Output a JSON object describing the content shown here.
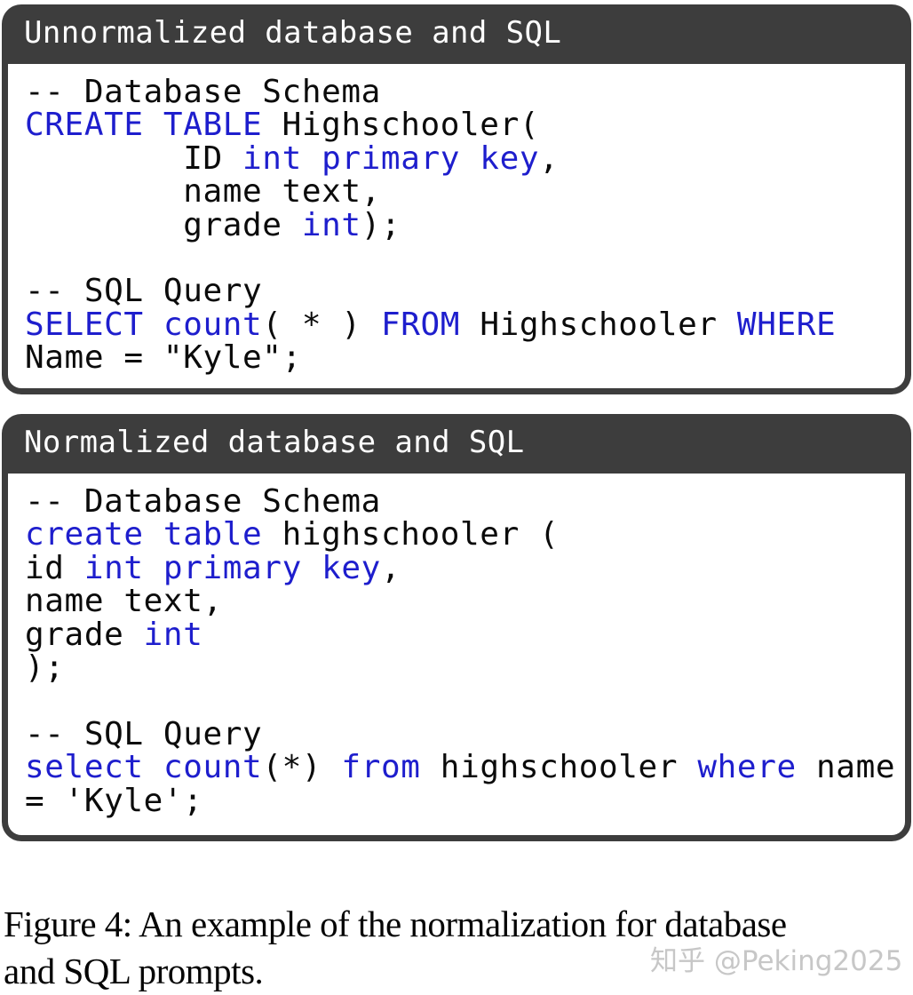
{
  "panels": [
    {
      "title": "Unnormalized database and SQL",
      "code": [
        [
          {
            "t": "-- Database Schema"
          }
        ],
        [
          {
            "t": "CREATE TABLE",
            "k": 1
          },
          {
            "t": " Highschooler("
          }
        ],
        [
          {
            "t": "        ID "
          },
          {
            "t": "int primary key",
            "k": 1
          },
          {
            "t": ","
          }
        ],
        [
          {
            "t": "        name text,"
          }
        ],
        [
          {
            "t": "        grade "
          },
          {
            "t": "int",
            "k": 1
          },
          {
            "t": ");"
          }
        ],
        [],
        [
          {
            "t": "-- SQL Query"
          }
        ],
        [
          {
            "t": "SELECT",
            "k": 1
          },
          {
            "t": " "
          },
          {
            "t": "count",
            "k": 1
          },
          {
            "t": "( * ) "
          },
          {
            "t": "FROM",
            "k": 1
          },
          {
            "t": " Highschooler "
          },
          {
            "t": "WHERE",
            "k": 1
          }
        ],
        [
          {
            "t": "Name = \"Kyle\";"
          }
        ]
      ]
    },
    {
      "title": "Normalized database and SQL",
      "code": [
        [
          {
            "t": "-- Database Schema"
          }
        ],
        [
          {
            "t": "create table",
            "k": 1
          },
          {
            "t": " highschooler ("
          }
        ],
        [
          {
            "t": "id "
          },
          {
            "t": "int primary key",
            "k": 1
          },
          {
            "t": ","
          }
        ],
        [
          {
            "t": "name text,"
          }
        ],
        [
          {
            "t": "grade "
          },
          {
            "t": "int",
            "k": 1
          }
        ],
        [
          {
            "t": ");"
          }
        ],
        [],
        [
          {
            "t": "-- SQL Query"
          }
        ],
        [
          {
            "t": "select",
            "k": 1
          },
          {
            "t": " "
          },
          {
            "t": "count",
            "k": 1
          },
          {
            "t": "(*) "
          },
          {
            "t": "from",
            "k": 1
          },
          {
            "t": " highschooler "
          },
          {
            "t": "where",
            "k": 1
          },
          {
            "t": " name"
          }
        ],
        [
          {
            "t": "= 'Kyle';"
          }
        ]
      ]
    }
  ],
  "caption": {
    "line1": "Figure 4: An example of the normalization for database",
    "line2": "and SQL prompts."
  },
  "watermark": {
    "text": "知乎 @Peking2025"
  },
  "colors": {
    "keyword": "#1e1ecd",
    "frame": "#3d3d3d",
    "plain_code": "#0b0b0b",
    "watermark": "#c7c7c7"
  }
}
